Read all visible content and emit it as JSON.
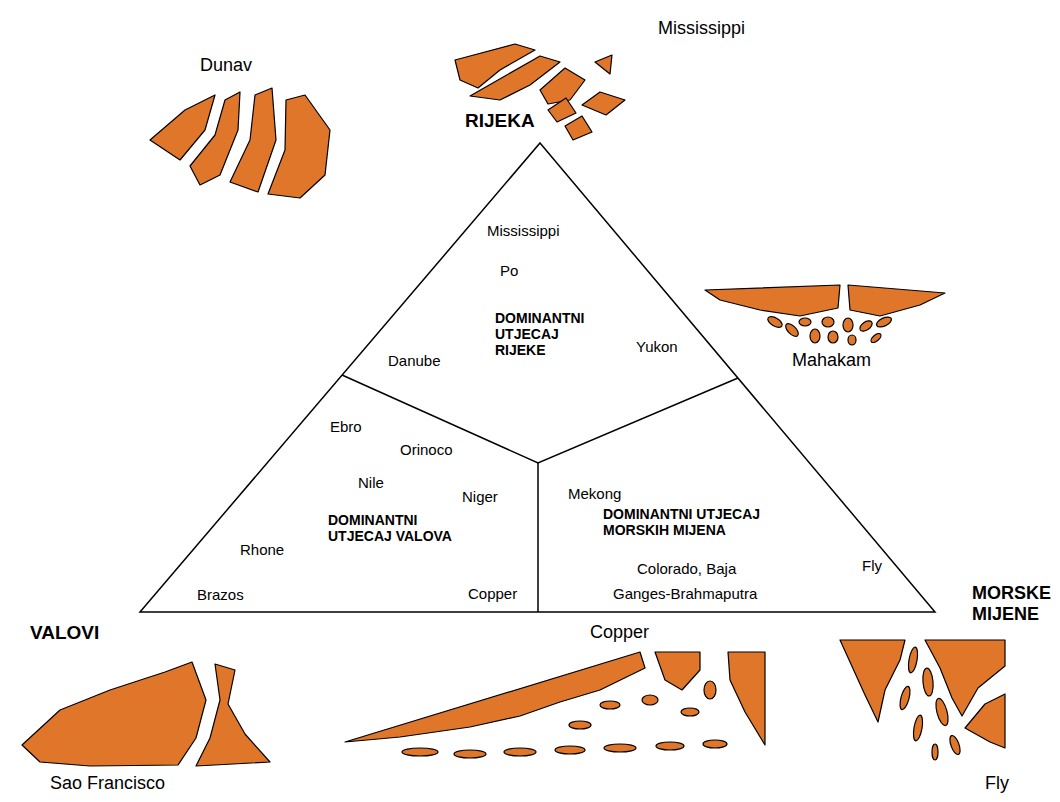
{
  "diagram": {
    "labels": [
      "Mississippi",
      "RIJEKA",
      "Dunav",
      "Mississippi",
      "Po",
      "DOMINANTNI UTJECAJ RIJEKE",
      "Danube",
      "Yukon",
      "Mahakam",
      "Ebro",
      "Orinoco",
      "Nile",
      "Niger",
      "Mekong",
      "DOMINANTNI UTJECAJ VALOVA",
      "DOMINANTNI UTJECAJ MORSKIH MIJENA",
      "Rhone",
      "Colorado, Baja",
      "Fly",
      "Brazos",
      "Copper",
      "Ganges-Brahmaputra",
      "VALOVI",
      "MORSKE MIJENE",
      "Copper",
      "Sao Francisco",
      "Fly"
    ]
  }
}
